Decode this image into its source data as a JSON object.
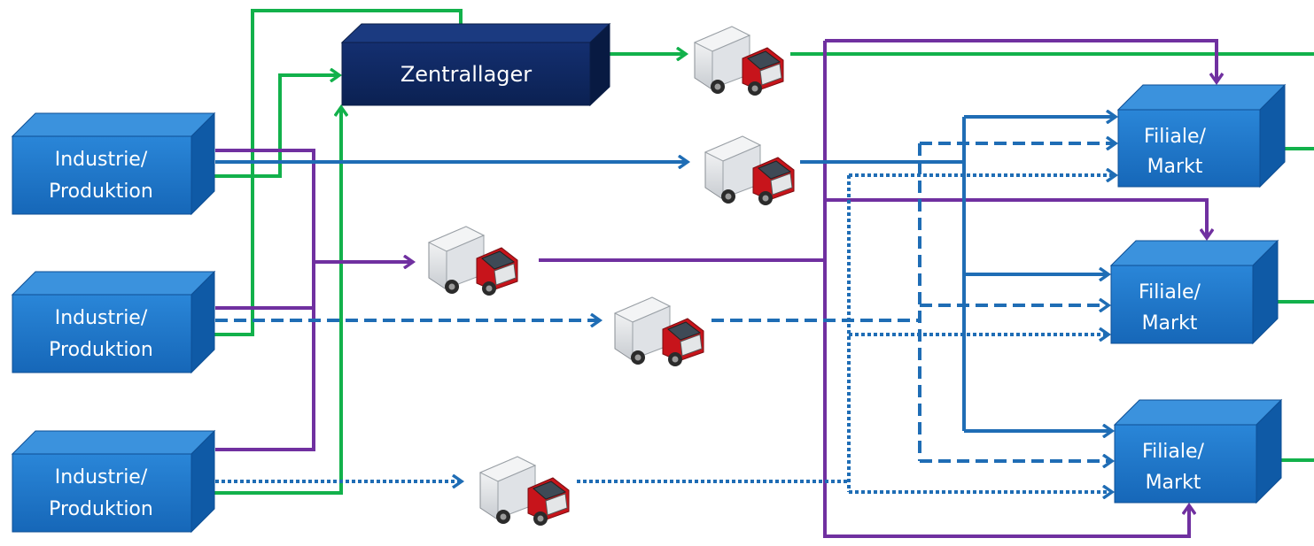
{
  "nodes": {
    "zentrallager": "Zentrallager",
    "producer_line1": "Industrie/",
    "producer_line2": "Produktion",
    "store_line1": "Filiale/",
    "store_line2": "Markt"
  },
  "colors": {
    "green": "#12b14b",
    "blue": "#1f6db5",
    "purple": "#7030a0",
    "box_blue": "#1a73c8",
    "box_navy": "#0f2a63",
    "truck_red": "#c7141b"
  },
  "icons": {
    "truck": "delivery-truck-icon"
  }
}
